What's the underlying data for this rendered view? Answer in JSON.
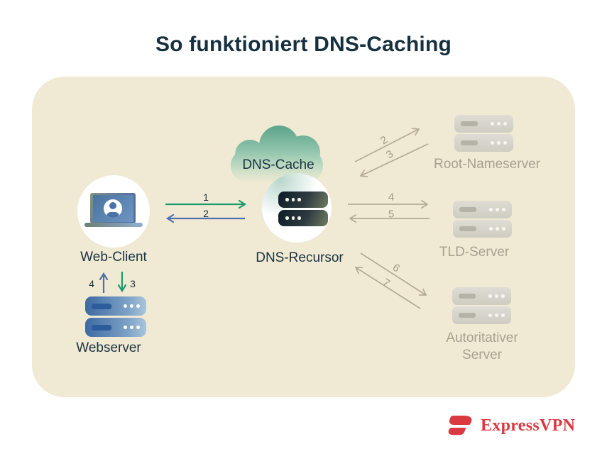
{
  "title": "So funktioniert DNS-Caching",
  "colors": {
    "panel_bg": "#f0e9d3",
    "navy_text": "#17303f",
    "green_arrow": "#1c9a6d",
    "blue_arrow": "#4e70ae",
    "gray_arrow": "#b3ab98",
    "gray_label": "#a9a190",
    "cloud_teal": "#57a188",
    "brand_red": "#da3940"
  },
  "nodes": {
    "web_client": {
      "label": "Web-Client",
      "icon": "laptop-user-icon"
    },
    "dns_cache": {
      "label": "DNS-Cache",
      "icon": "cloud-icon"
    },
    "dns_recursor": {
      "label": "DNS-Recursor",
      "icon": "server-dark-icon"
    },
    "root_nameserver": {
      "label": "Root-Nameserver",
      "icon": "server-gray-icon"
    },
    "tld_server": {
      "label": "TLD-Server",
      "icon": "server-gray-icon"
    },
    "authoritative_server": {
      "line1": "Autoritativer",
      "line2": "Server",
      "icon": "server-gray-icon"
    },
    "webserver": {
      "label": "Webserver",
      "icon": "server-blue-icon"
    }
  },
  "steps": {
    "client_request": "1",
    "client_response": "2",
    "root_query": "2",
    "root_response": "3",
    "tld_query": "4",
    "tld_response": "5",
    "auth_query": "6",
    "auth_response": "7",
    "web_request": "3",
    "web_response": "4"
  },
  "footer": {
    "brand": "ExpressVPN"
  }
}
